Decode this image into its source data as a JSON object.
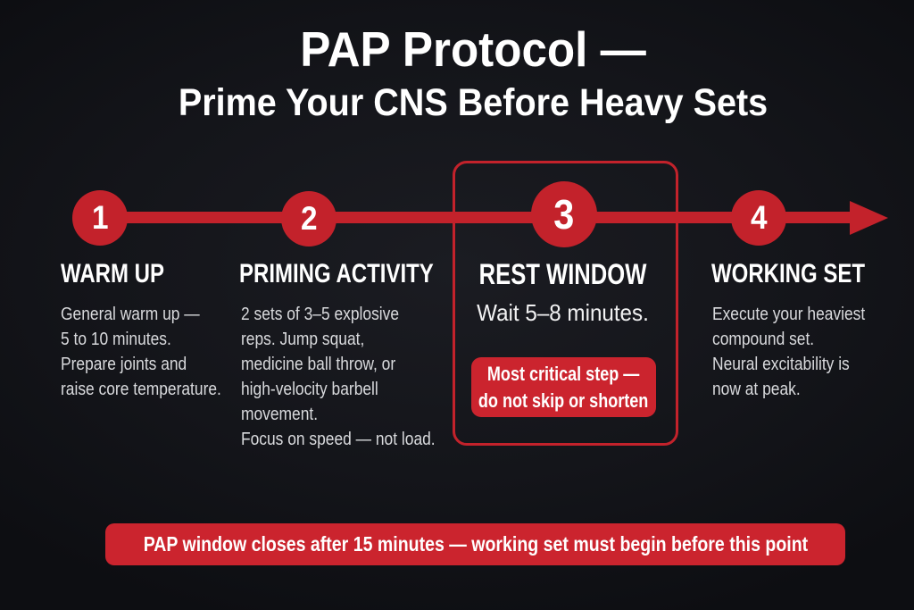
{
  "colors": {
    "background": "#14151a",
    "red": "#c3222b",
    "red-bright": "#cb242e",
    "heading-text": "#ffffff",
    "body-text": "#d9dadd"
  },
  "title": {
    "line1": "PAP Protocol —",
    "line2": "Prime Your CNS Before Heavy Sets"
  },
  "timeline": {
    "arrow_icon": "arrow-right"
  },
  "steps": [
    {
      "number": "1",
      "title": "WARM UP",
      "body": "General warm up —\n5 to 10 minutes.\nPrepare joints and\nraise core temperature."
    },
    {
      "number": "2",
      "title": "PRIMING ACTIVITY",
      "body": "2 sets of 3–5 explosive\nreps. Jump squat,\nmedicine ball throw, or\nhigh-velocity barbell\nmovement.\nFocus on speed — not load."
    },
    {
      "number": "3",
      "title": "REST WINDOW",
      "subtitle": "Wait 5–8 minutes.",
      "badge": "Most critical step —\ndo not skip or shorten",
      "highlighted": true
    },
    {
      "number": "4",
      "title": "WORKING SET",
      "body": "Execute your heaviest\ncompound set.\nNeural excitability is\nnow at peak."
    }
  ],
  "footer": {
    "banner": "PAP window closes after 15 minutes — working set must begin before this point"
  }
}
